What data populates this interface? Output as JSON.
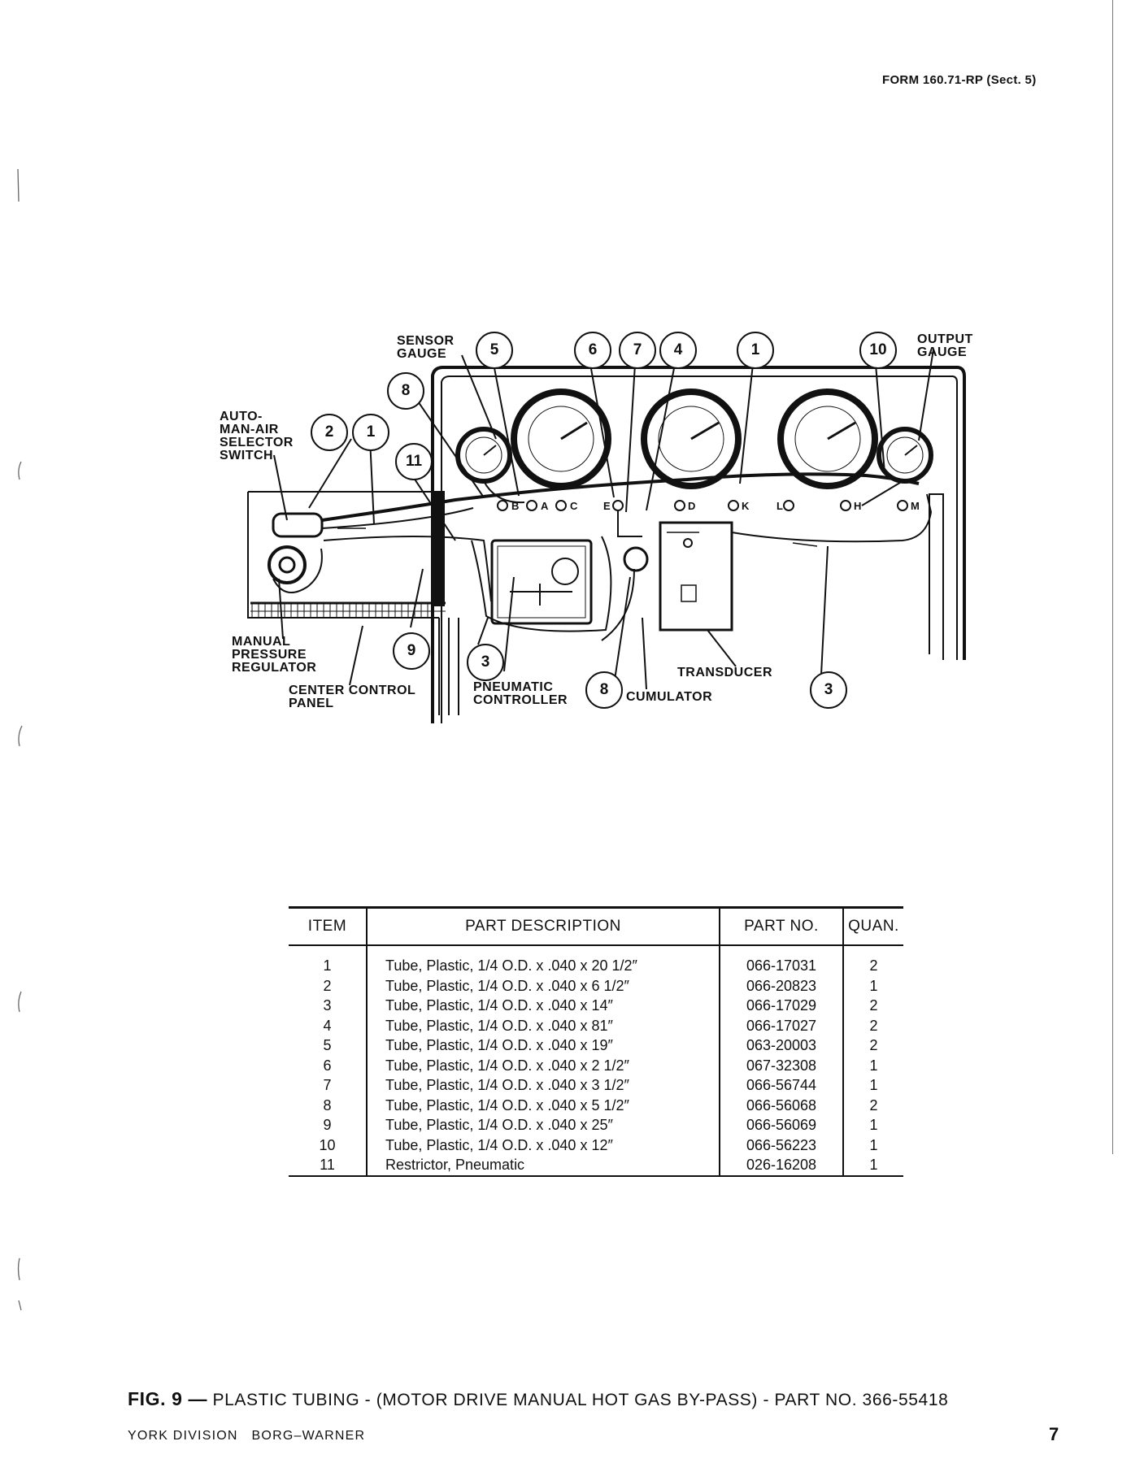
{
  "header": {
    "form_ref": "FORM 160.71-RP (Sect. 5)"
  },
  "diagram": {
    "labels": {
      "sensor_gauge": [
        "SENSOR",
        "GAUGE"
      ],
      "output_gauge": [
        "OUTPUT",
        "GAUGE"
      ],
      "selector_switch": [
        "AUTO-",
        "MAN-AIR",
        "SELECTOR",
        "SWITCH"
      ],
      "manual_regulator": [
        "MANUAL",
        "PRESSURE",
        "REGULATOR"
      ],
      "center_panel": [
        "CENTER CONTROL",
        "PANEL"
      ],
      "pneumatic_controller": [
        "PNEUMATIC",
        "CONTROLLER"
      ],
      "transducer": "TRANSDUCER",
      "accumulator": "CUMULATOR"
    },
    "callouts": {
      "c5": "5",
      "c6": "6",
      "c7": "7",
      "c4a": "4",
      "c1a": "1",
      "c10": "10",
      "c8a": "8",
      "c2": "2",
      "c1b": "1",
      "c11": "11",
      "c9": "9",
      "c3a": "3",
      "c8b": "8",
      "c3b": "3"
    },
    "fitting_letters": {
      "B": "B",
      "A": "A",
      "C": "C",
      "E": "E",
      "D": "D",
      "K": "K",
      "L": "L",
      "H": "H",
      "M": "M"
    }
  },
  "parts_table": {
    "headers": {
      "item": "ITEM",
      "description": "PART DESCRIPTION",
      "part_no": "PART NO.",
      "quan": "QUAN."
    },
    "rows": [
      {
        "item": "1",
        "description": "Tube, Plastic, 1/4 O.D. x .040 x 20 1/2″",
        "part_no": "066-17031",
        "quan": "2"
      },
      {
        "item": "2",
        "description": "Tube, Plastic, 1/4 O.D. x .040 x 6 1/2″",
        "part_no": "066-20823",
        "quan": "1"
      },
      {
        "item": "3",
        "description": "Tube, Plastic, 1/4 O.D. x .040 x 14″",
        "part_no": "066-17029",
        "quan": "2"
      },
      {
        "item": "4",
        "description": "Tube, Plastic, 1/4 O.D. x .040 x 81″",
        "part_no": "066-17027",
        "quan": "2"
      },
      {
        "item": "5",
        "description": "Tube, Plastic, 1/4 O.D. x .040 x 19″",
        "part_no": "063-20003",
        "quan": "2"
      },
      {
        "item": "6",
        "description": "Tube, Plastic, 1/4 O.D. x .040 x 2 1/2″",
        "part_no": "067-32308",
        "quan": "1"
      },
      {
        "item": "7",
        "description": "Tube, Plastic, 1/4 O.D. x .040 x 3 1/2″",
        "part_no": "066-56744",
        "quan": "1"
      },
      {
        "item": "8",
        "description": "Tube, Plastic, 1/4 O.D. x .040 x 5 1/2″",
        "part_no": "066-56068",
        "quan": "2"
      },
      {
        "item": "9",
        "description": "Tube, Plastic, 1/4 O.D. x .040 x 25″",
        "part_no": "066-56069",
        "quan": "1"
      },
      {
        "item": "10",
        "description": "Tube, Plastic, 1/4 O.D. x .040 x 12″",
        "part_no": "066-56223",
        "quan": "1"
      },
      {
        "item": "11",
        "description": "Restrictor, Pneumatic",
        "part_no": "026-16208",
        "quan": "1"
      }
    ]
  },
  "caption": {
    "fig": "FIG. 9 —",
    "text": "PLASTIC TUBING - (MOTOR DRIVE MANUAL HOT GAS BY-PASS) - PART NO. 366-55418"
  },
  "footer": {
    "division": "YORK DIVISION   BORG–WARNER",
    "page_number": "7"
  }
}
